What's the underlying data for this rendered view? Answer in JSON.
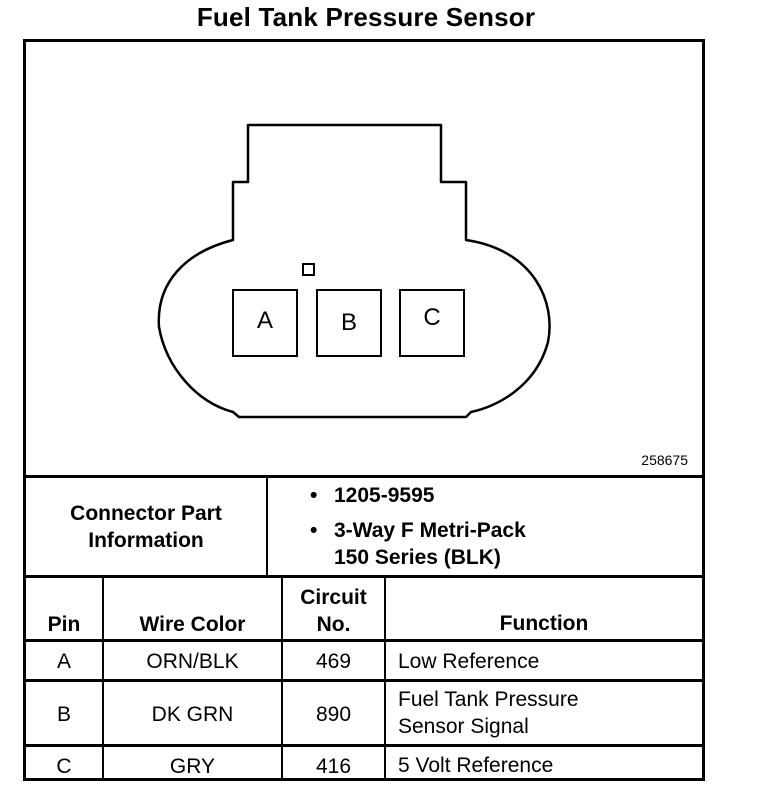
{
  "title": "Fuel Tank Pressure Sensor",
  "drawing_number": "258675",
  "connector": {
    "pins": [
      "A",
      "B",
      "C"
    ]
  },
  "part_info": {
    "label_line1": "Connector Part",
    "label_line2": "Information",
    "part_number": "1205-9595",
    "description_line1": "3-Way F Metri-Pack",
    "description_line2": "150 Series (BLK)",
    "bullet": "•"
  },
  "table": {
    "headers": {
      "pin": "Pin",
      "wire_color": "Wire Color",
      "circuit_line1": "Circuit",
      "circuit_line2": "No.",
      "function": "Function"
    },
    "rows": [
      {
        "pin": "A",
        "wire_color": "ORN/BLK",
        "circuit": "469",
        "function_line1": "Low Reference",
        "function_line2": ""
      },
      {
        "pin": "B",
        "wire_color": "DK GRN",
        "circuit": "890",
        "function_line1": "Fuel Tank Pressure",
        "function_line2": "Sensor Signal"
      },
      {
        "pin": "C",
        "wire_color": "GRY",
        "circuit": "416",
        "function_line1": "5 Volt Reference",
        "function_line2": ""
      }
    ]
  }
}
